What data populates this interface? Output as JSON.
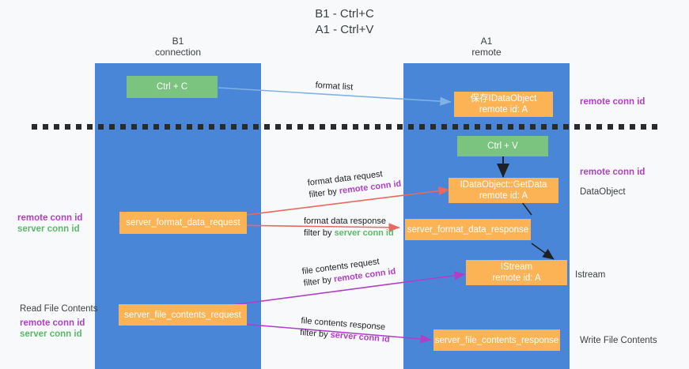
{
  "title": {
    "line1": "B1 - Ctrl+C",
    "line2": "A1 - Ctrl+V"
  },
  "lanes": [
    {
      "name": "B1",
      "sub": "connection"
    },
    {
      "name": "A1",
      "sub": "remote"
    }
  ],
  "nodes": {
    "ctrl_c": "Ctrl + C",
    "ctrl_v": "Ctrl + V",
    "save_idataobject_l1": "保存IDataObject",
    "save_idataobject_l2": "remote id: A",
    "getdata_l1": "IDataObject::GetData",
    "getdata_l2": "remote id: A",
    "istream_l1": "IStream",
    "istream_l2": "remote id: A",
    "server_format_data_request": "server_format_data_request",
    "server_format_data_response": "server_format_data_response",
    "server_file_contents_request": "server_file_contents_request",
    "server_file_contents_response": "server_file_contents_response"
  },
  "side_labels": {
    "right_remote_conn_id_top": "remote conn id",
    "right_remote_conn_id_mid": "remote conn id",
    "right_dataobject": "DataObject",
    "right_istream": "Istream",
    "right_write_file_contents": "Write File Contents",
    "left_remote_conn_id_mid": "remote conn id",
    "left_server_conn_id_mid": "server conn id",
    "left_read_file_contents": "Read File Contents",
    "left_remote_conn_id_bottom": "remote conn id",
    "left_server_conn_id_bottom": "server conn id"
  },
  "edge_labels": {
    "format_list": "format list",
    "format_data_request": "format data request",
    "format_data_request_filter_prefix": "filter by ",
    "format_data_request_filter_value": "remote conn id",
    "format_data_response": "format data response",
    "format_data_response_filter_prefix": "filter by ",
    "format_data_response_filter_value": "server conn id",
    "file_contents_request": "file contents request",
    "file_contents_request_filter_prefix": "filter by ",
    "file_contents_request_filter_value": "remote conn id",
    "file_contents_response": "file contents response",
    "file_contents_response_filter_prefix": "filter by ",
    "file_contents_response_filter_value": "server conn id"
  },
  "colors": {
    "lane": "#4a86d8",
    "node_orange": "#fbb355",
    "node_green": "#7ac47f",
    "arrow_blue": "#7fb2e5",
    "arrow_red": "#e8695f",
    "arrow_magenta": "#b03fc8",
    "arrow_black": "#202124",
    "purple_text": "#b03fc8",
    "green_text": "#5bb96a",
    "background": "#f8f9fa"
  }
}
